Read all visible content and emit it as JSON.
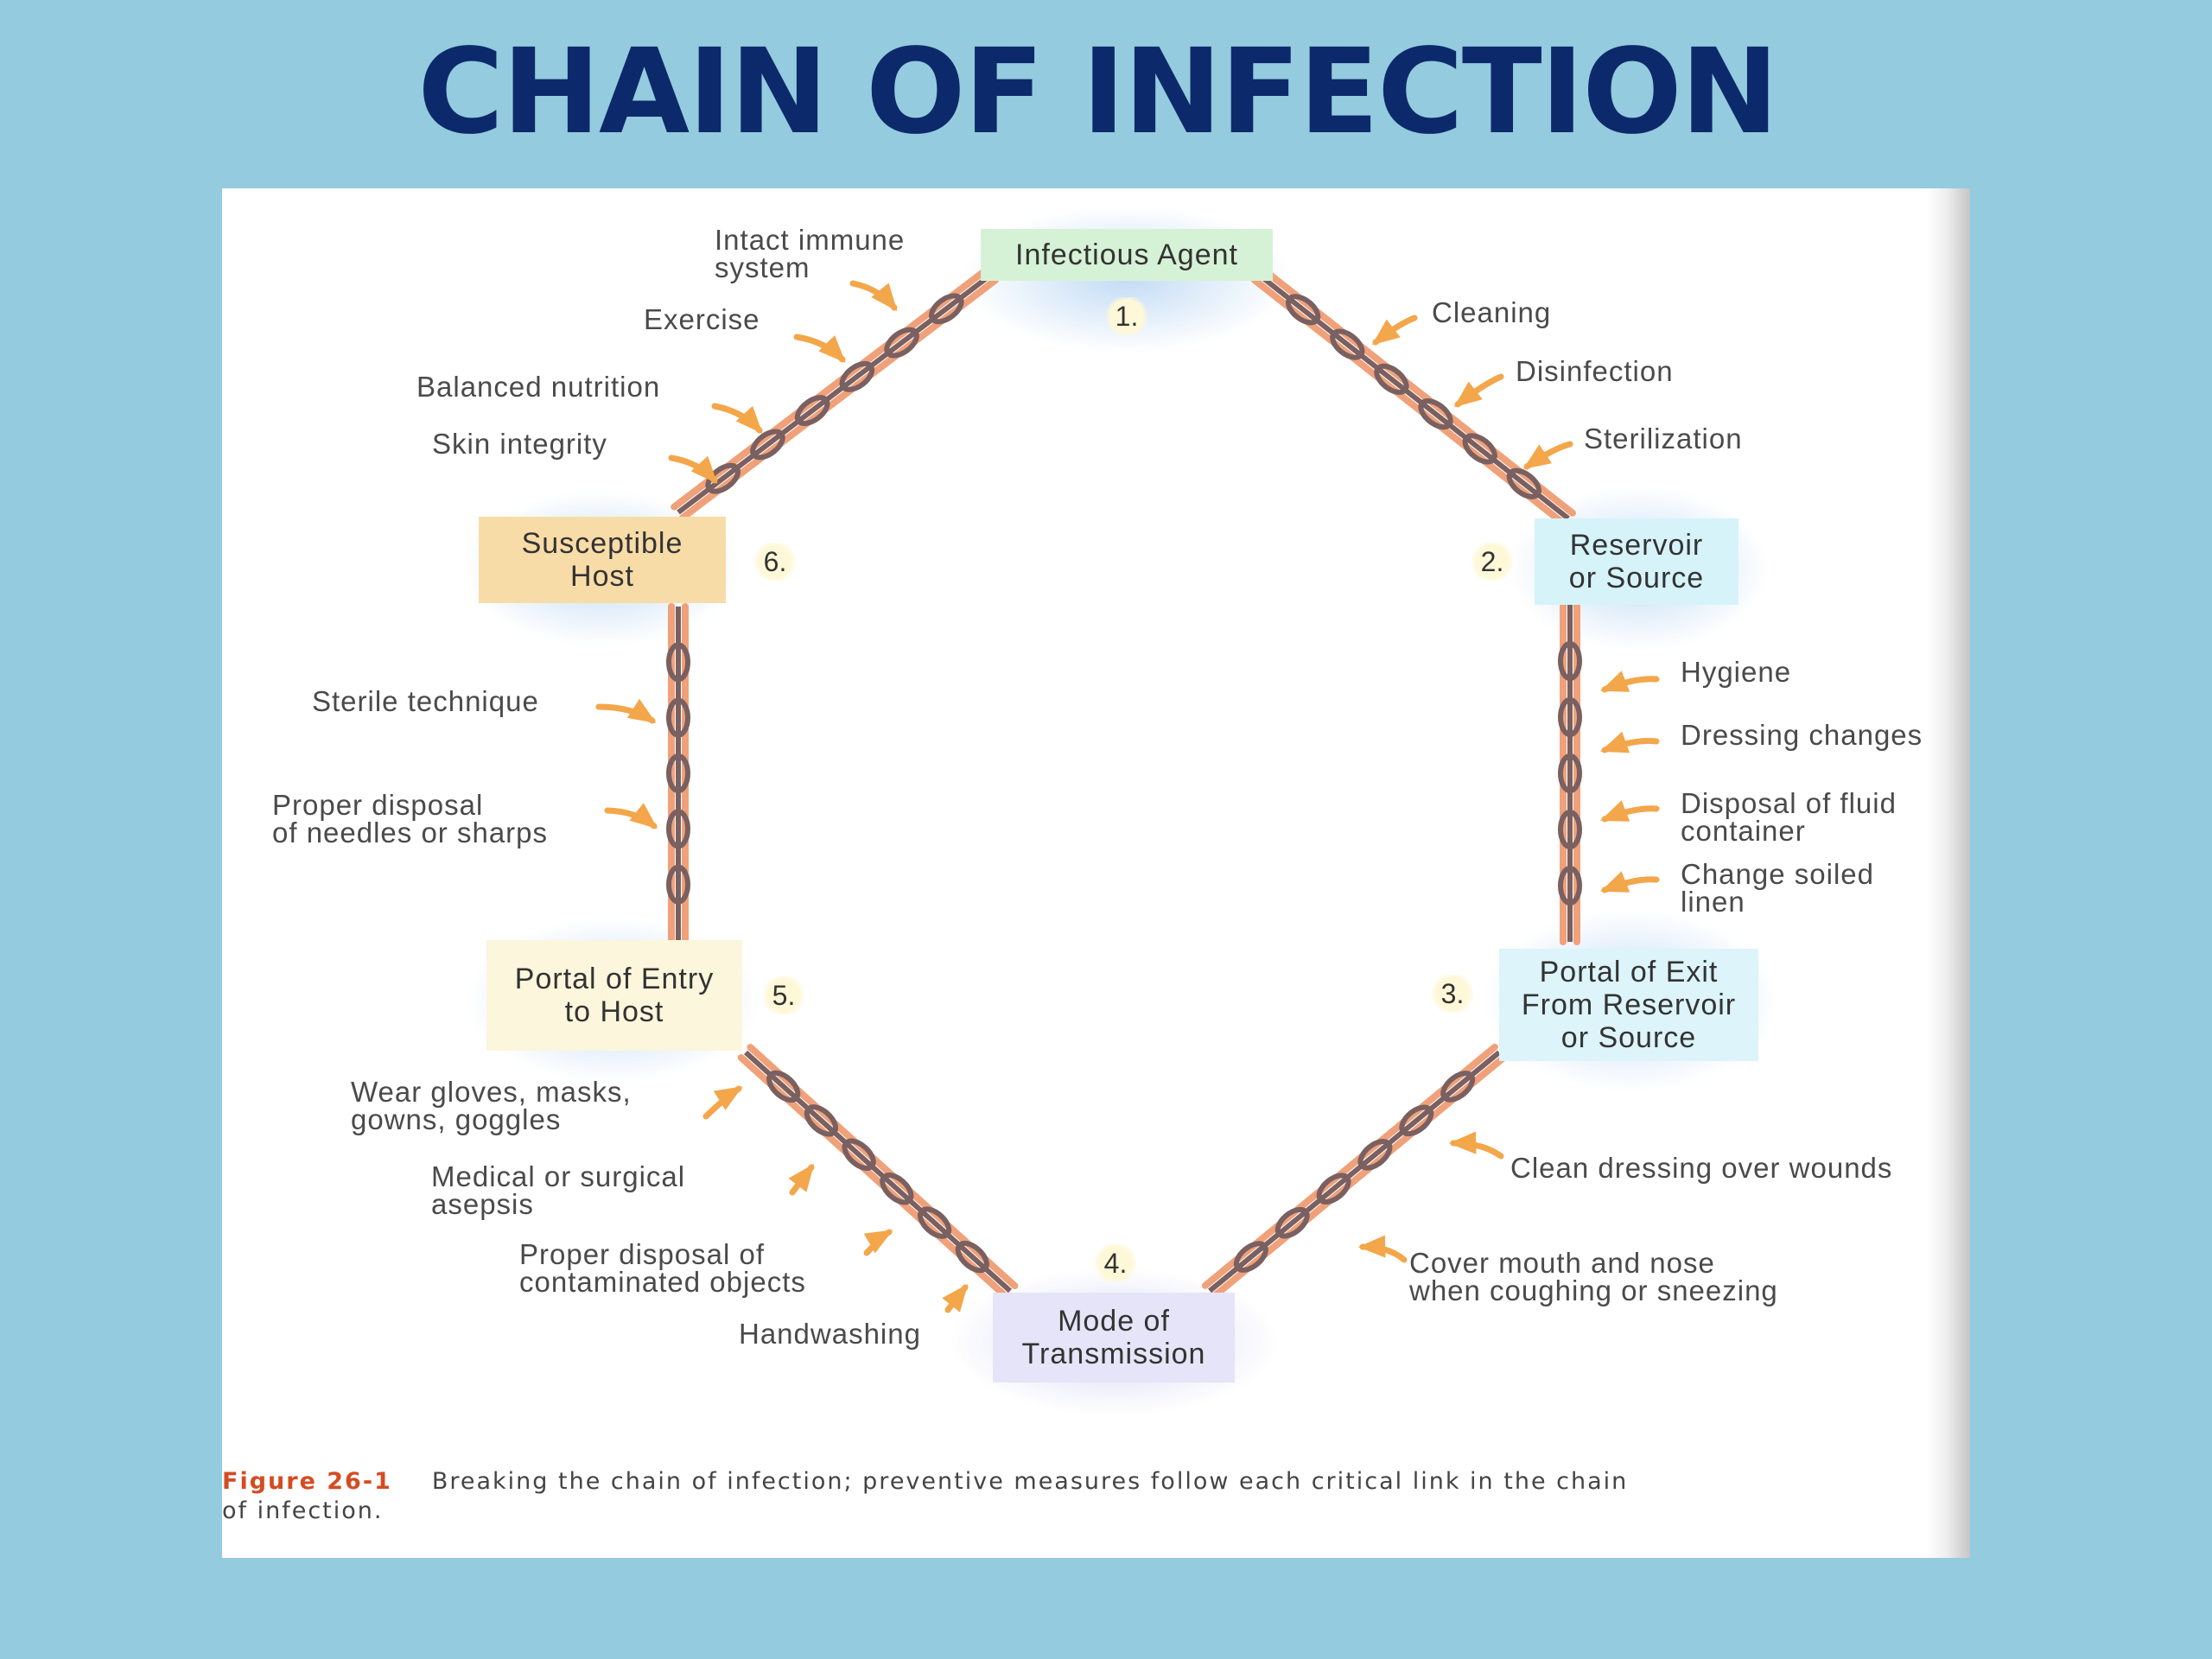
{
  "title": "CHAIN OF INFECTION",
  "colors": {
    "background": "#94cbde",
    "title": "#0c2a6b",
    "chain_outer": "#f0a17a",
    "chain_inner": "#7a6060",
    "arrow": "#f3a64a",
    "caption_figure": "#d54b22"
  },
  "nodes": {
    "infectious_agent": {
      "number": "1.",
      "lines": [
        "Infectious Agent"
      ],
      "color": "#d6f2d6"
    },
    "reservoir": {
      "number": "2.",
      "lines": [
        "Reservoir",
        "or Source"
      ],
      "color": "#d6f3fa"
    },
    "portal_exit": {
      "number": "3.",
      "lines": [
        "Portal of Exit",
        "From Reservoir",
        "or Source"
      ],
      "color": "#dcf4fa"
    },
    "mode_transmission": {
      "number": "4.",
      "lines": [
        "Mode of",
        "Transmission"
      ],
      "color": "#e6e4f8"
    },
    "portal_entry": {
      "number": "5.",
      "lines": [
        "Portal of Entry",
        "to Host"
      ],
      "color": "#fbf6dc"
    },
    "susceptible_host": {
      "number": "6.",
      "lines": [
        "Susceptible",
        "Host"
      ],
      "color": "#f8dca8"
    }
  },
  "measures": {
    "host_agent": [
      [
        "Intact immune",
        "system"
      ],
      [
        "Exercise"
      ],
      [
        "Balanced nutrition"
      ],
      [
        "Skin integrity"
      ]
    ],
    "agent_reservoir": [
      [
        "Cleaning"
      ],
      [
        "Disinfection"
      ],
      [
        "Sterilization"
      ]
    ],
    "reservoir_exit": [
      [
        "Hygiene"
      ],
      [
        "Dressing changes"
      ],
      [
        "Disposal of fluid",
        "container"
      ],
      [
        "Change soiled",
        "linen"
      ]
    ],
    "exit_transmission": [
      [
        "Clean dressing over wounds"
      ],
      [
        "Cover mouth and nose",
        "when coughing or sneezing"
      ]
    ],
    "entry_transmission": [
      [
        "Wear gloves, masks,",
        "gowns, goggles"
      ],
      [
        "Medical or surgical",
        "asepsis"
      ],
      [
        "Proper disposal of",
        "contaminated objects"
      ],
      [
        "Handwashing"
      ]
    ],
    "host_entry": [
      [
        "Sterile technique"
      ],
      [
        "Proper disposal",
        "of needles or sharps"
      ]
    ]
  },
  "caption": {
    "figure": "Figure 26-1",
    "line1": "Breaking the chain of infection; preventive measures follow each critical link in the chain",
    "line2": "of infection."
  }
}
